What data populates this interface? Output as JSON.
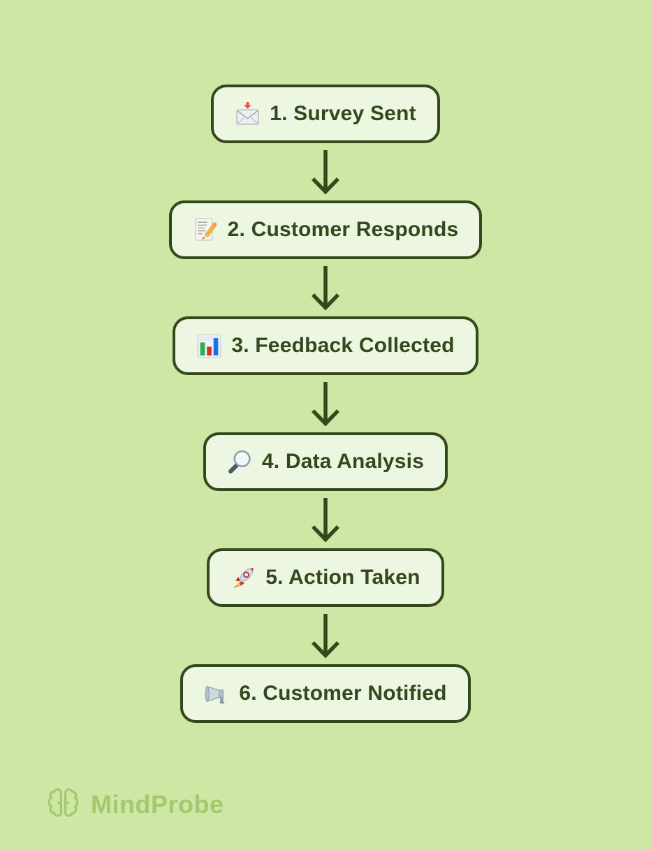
{
  "page": {
    "background_color": "#cfe7a4"
  },
  "flow": {
    "box_fill": "#edf6e0",
    "box_border_color": "#32481d",
    "text_color": "#32481d",
    "arrow_color": "#32481d",
    "steps": [
      {
        "label": "1. Survey Sent",
        "icon": "incoming-envelope"
      },
      {
        "label": "2. Customer Responds",
        "icon": "memo-pencil"
      },
      {
        "label": "3. Feedback Collected",
        "icon": "bar-chart"
      },
      {
        "label": "4. Data Analysis",
        "icon": "magnifying-glass"
      },
      {
        "label": "5. Action Taken",
        "icon": "rocket"
      },
      {
        "label": "6. Customer Notified",
        "icon": "megaphone"
      }
    ]
  },
  "footer": {
    "brand_name": "MindProbe",
    "brand_color": "#a3c96e",
    "logo": "brain"
  }
}
